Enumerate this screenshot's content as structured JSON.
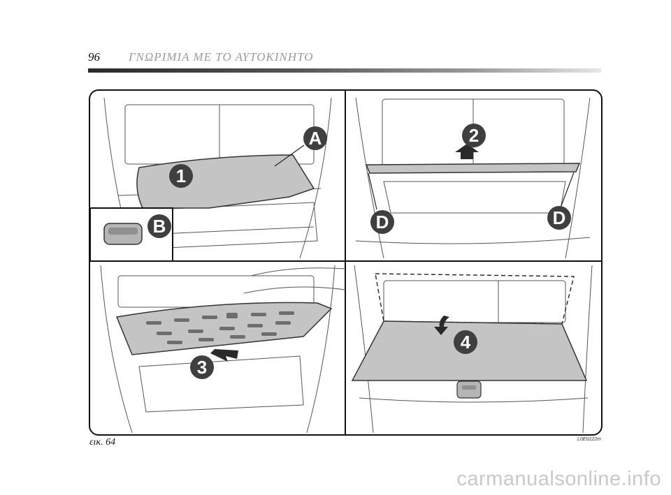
{
  "page": {
    "number": "96",
    "chapter_title": "ΓΝΩΡΙΜΙΑ ΜΕ ΤΟ ΑΥΤΟΚΙΝΗΤΟ"
  },
  "figure": {
    "caption": "εικ. 64",
    "code": "L0E0222m",
    "labels": {
      "step1": "1",
      "part_a": "A",
      "part_b": "B",
      "step2": "2",
      "part_d_left": "D",
      "part_d_right": "D",
      "step3": "3",
      "step4": "4"
    }
  },
  "watermark": "carmanualsonline.info",
  "colors": {
    "badge": "#3f3f3f",
    "panel_fill": "#c4c4c4",
    "line": "#333333"
  }
}
